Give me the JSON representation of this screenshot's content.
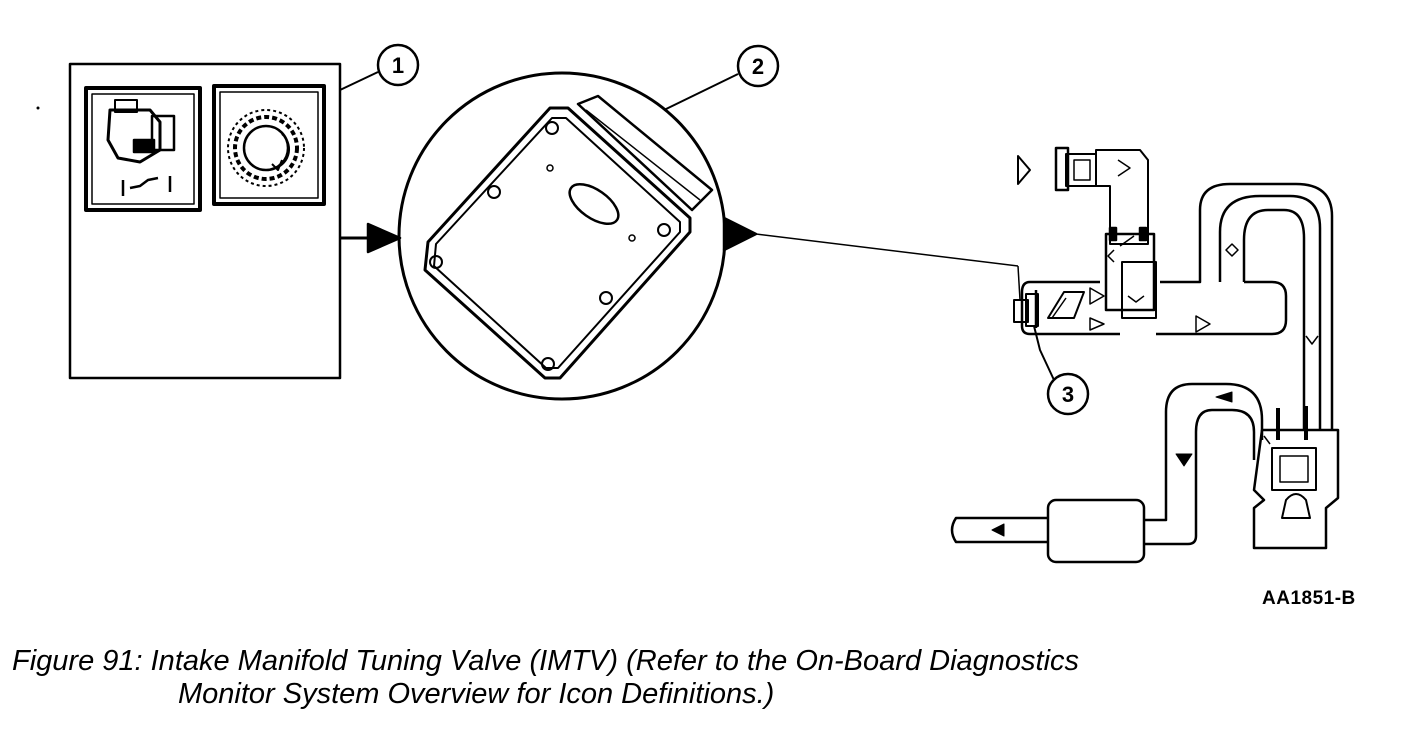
{
  "callouts": [
    {
      "number": "1"
    },
    {
      "number": "2"
    },
    {
      "number": "3"
    }
  ],
  "reference_code": "AA1851-B",
  "caption": {
    "line1": "Figure 91: Intake Manifold Tuning Valve (IMTV) (Refer to the On-Board Diagnostics",
    "line2": "Monitor System Overview for Icon Definitions.)"
  },
  "icons": [
    "throttle-position-sensor-icon",
    "engine-speed-sensor-icon",
    "pcm-module-icon",
    "imtv-actuator-icon",
    "intake-manifold-icon",
    "exhaust-muffler-icon"
  ],
  "colors": {
    "ink": "#000000",
    "paper": "#ffffff"
  }
}
